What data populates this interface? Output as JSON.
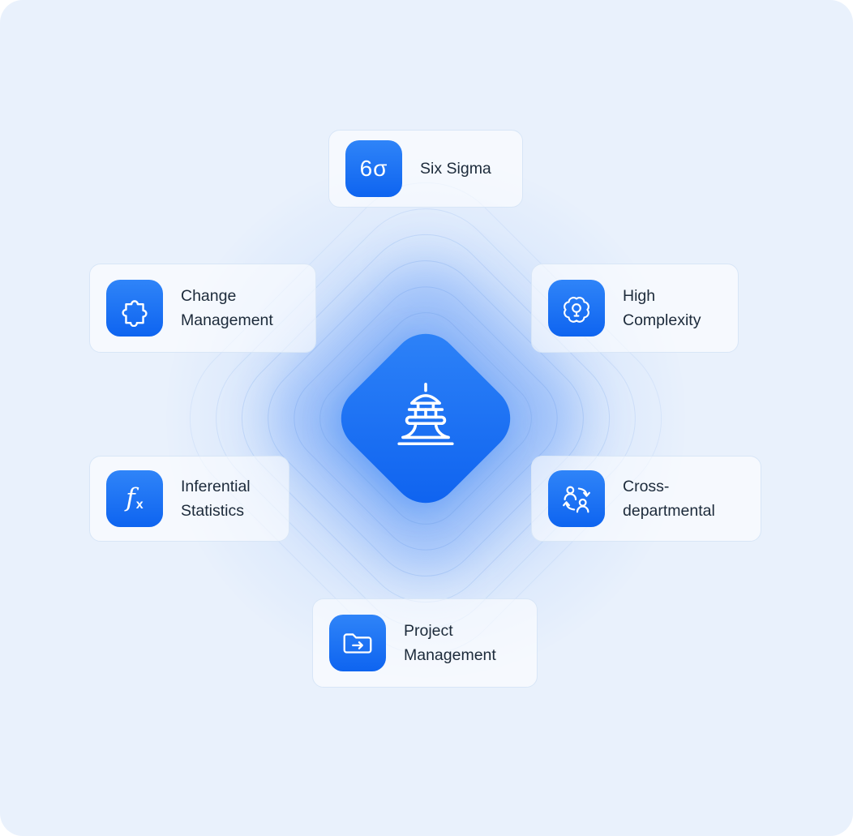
{
  "colors": {
    "background": "#e9f1fc",
    "accent_blue": "#1170f2",
    "card_background": "#ffffff",
    "card_border": "#d8e6f7",
    "text": "#1c2a3a",
    "ring": "#7fa9ee",
    "icon_glyph": "#ffffff"
  },
  "center": {
    "icon": "pagoda-icon"
  },
  "cards": {
    "six_sigma": {
      "label": "Six Sigma",
      "icon": "six-sigma-icon",
      "icon_text": "6σ"
    },
    "change_management": {
      "label": "Change\nManagement",
      "icon": "puzzle-icon"
    },
    "high_complexity": {
      "label": "High\nComplexity",
      "icon": "brain-lightbulb-icon"
    },
    "inferential_statistics": {
      "label": "Inferential\nStatistics",
      "icon": "function-fx-icon",
      "icon_f": "f",
      "icon_x": "x"
    },
    "cross_departmental": {
      "label": "Cross-\ndepartmental",
      "icon": "people-swap-icon"
    },
    "project_management": {
      "label": "Project\nManagement",
      "icon": "folder-arrow-icon"
    }
  }
}
